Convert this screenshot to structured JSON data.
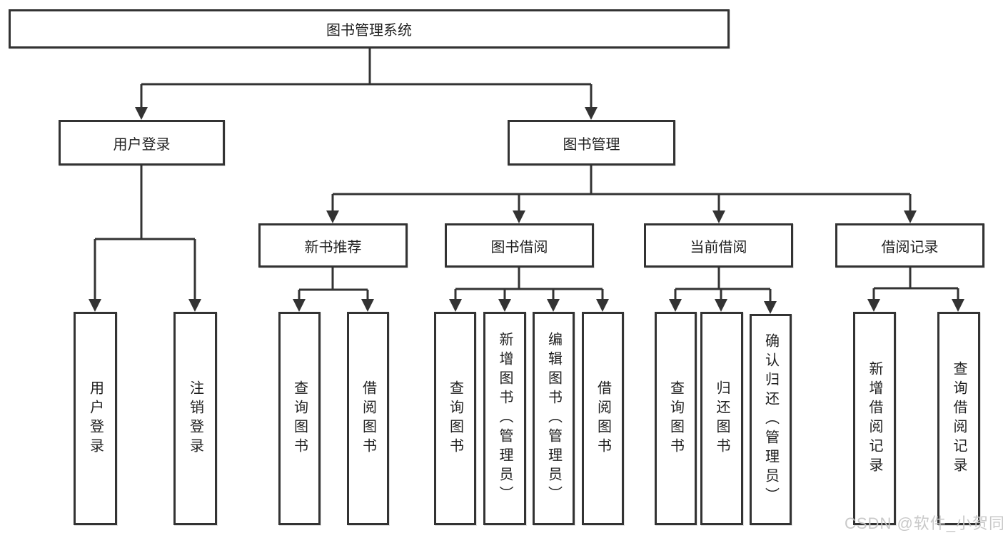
{
  "tree": {
    "root": {
      "label": "图书管理系统"
    },
    "branches": [
      {
        "label": "用户登录",
        "children": [
          {
            "label": "用户登录"
          },
          {
            "label": "注销登录"
          }
        ]
      },
      {
        "label": "图书管理",
        "children": [
          {
            "label": "新书推荐",
            "children": [
              {
                "label": "查询图书"
              },
              {
                "label": "借阅图书"
              }
            ]
          },
          {
            "label": "图书借阅",
            "children": [
              {
                "label": "查询图书"
              },
              {
                "label": "新增图书（管理员）"
              },
              {
                "label": "编辑图书（管理员）"
              },
              {
                "label": "借阅图书"
              }
            ]
          },
          {
            "label": "当前借阅",
            "children": [
              {
                "label": "查询图书"
              },
              {
                "label": "归还图书"
              },
              {
                "label": "确认归还（管理员）"
              }
            ]
          },
          {
            "label": "借阅记录",
            "children": [
              {
                "label": "新增借阅记录"
              },
              {
                "label": "查询借阅记录"
              }
            ]
          }
        ]
      }
    ]
  },
  "watermark": {
    "text": "CSDN @软件_小贺同学"
  },
  "colors": {
    "line": "#333333",
    "box_border": "#333333",
    "text": "#1f1f1f",
    "watermark": "#c6c6c6",
    "background": "#ffffff"
  }
}
